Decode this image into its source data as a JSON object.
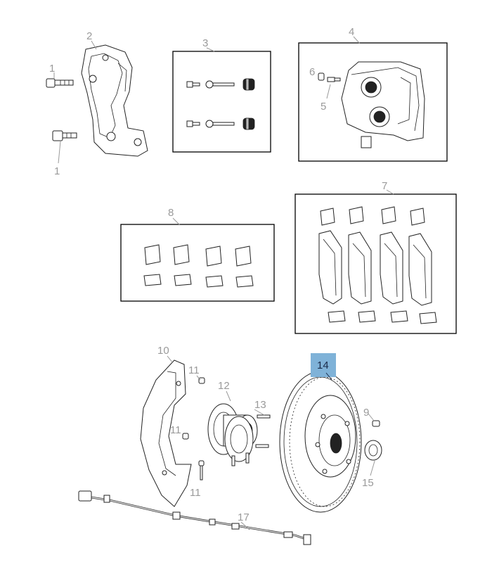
{
  "callouts": {
    "c1a": "1",
    "c1b": "1",
    "c2": "2",
    "c3": "3",
    "c4": "4",
    "c5": "5",
    "c6": "6",
    "c7": "7",
    "c8": "8",
    "c9": "9",
    "c10": "10",
    "c11a": "11",
    "c11b": "11",
    "c11c": "11",
    "c12": "12",
    "c13": "13",
    "c14": "14",
    "c15": "15",
    "c17": "17"
  },
  "highlight": {
    "callout": "14",
    "color": "#7fb2d8"
  },
  "colors": {
    "callout_text": "#9a9a9a",
    "line_art": "#222222",
    "box_border": "#000000"
  }
}
